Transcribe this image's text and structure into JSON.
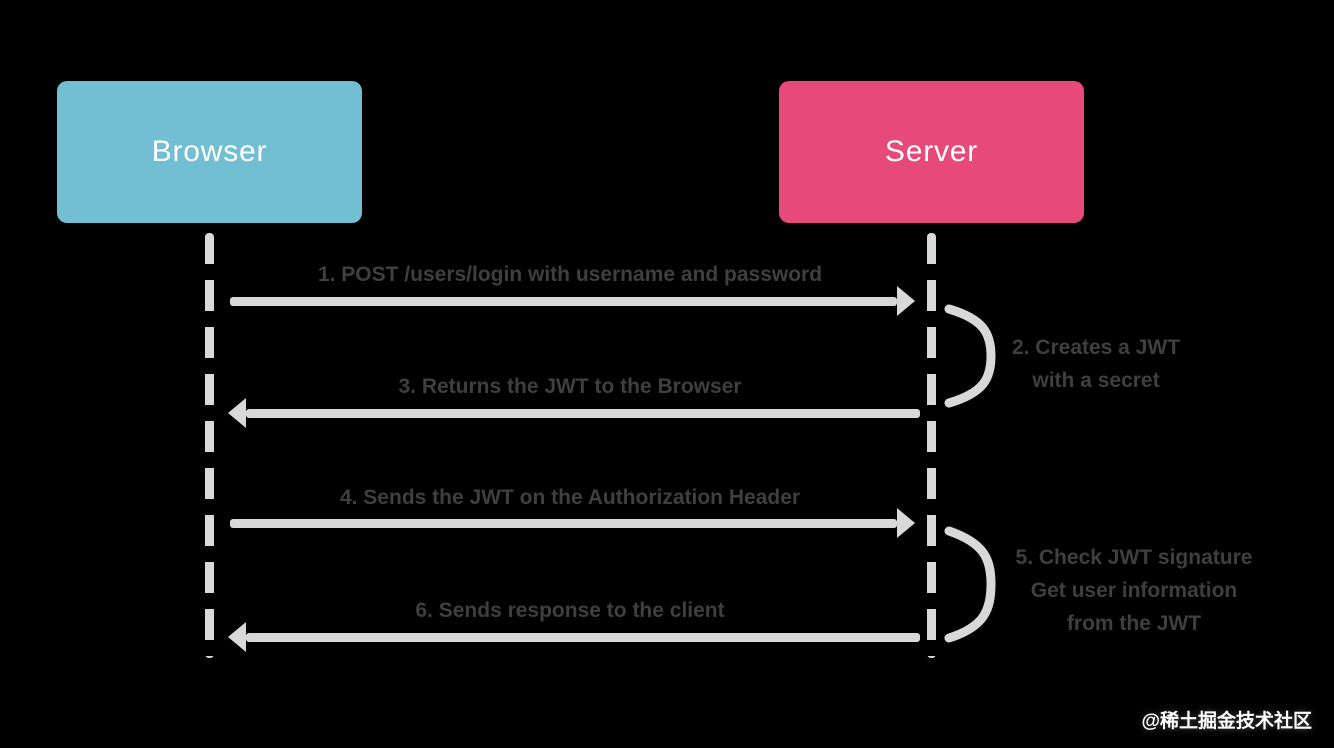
{
  "colors": {
    "background": "#000000",
    "browser_box": "#72bed2",
    "server_box": "#e8497b",
    "arrow": "#d8d8d8",
    "label_text": "#3f3f3f",
    "box_text": "#ffffff",
    "watermark_text": "#ffffff"
  },
  "diagram": {
    "type": "sequence-diagram",
    "topic": "JWT authentication flow",
    "actors": [
      {
        "id": "browser",
        "label": "Browser"
      },
      {
        "id": "server",
        "label": "Server"
      }
    ],
    "messages": [
      {
        "step": 1,
        "from": "browser",
        "to": "server",
        "direction": "right",
        "text": "1. POST /users/login with username and password"
      },
      {
        "step": 3,
        "from": "server",
        "to": "browser",
        "direction": "left",
        "text": "3. Returns the JWT to the Browser"
      },
      {
        "step": 4,
        "from": "browser",
        "to": "server",
        "direction": "right",
        "text": "4. Sends the JWT on the Authorization Header"
      },
      {
        "step": 6,
        "from": "server",
        "to": "browser",
        "direction": "left",
        "text": "6. Sends response to the client"
      }
    ],
    "notes": [
      {
        "step": 2,
        "at": "server",
        "lines": [
          "2. Creates a JWT",
          "with a secret"
        ]
      },
      {
        "step": 5,
        "at": "server",
        "lines": [
          "5. Check JWT signature",
          "Get user information",
          "from the JWT"
        ]
      }
    ]
  },
  "watermark": {
    "text": "@稀土掘金技术社区"
  }
}
